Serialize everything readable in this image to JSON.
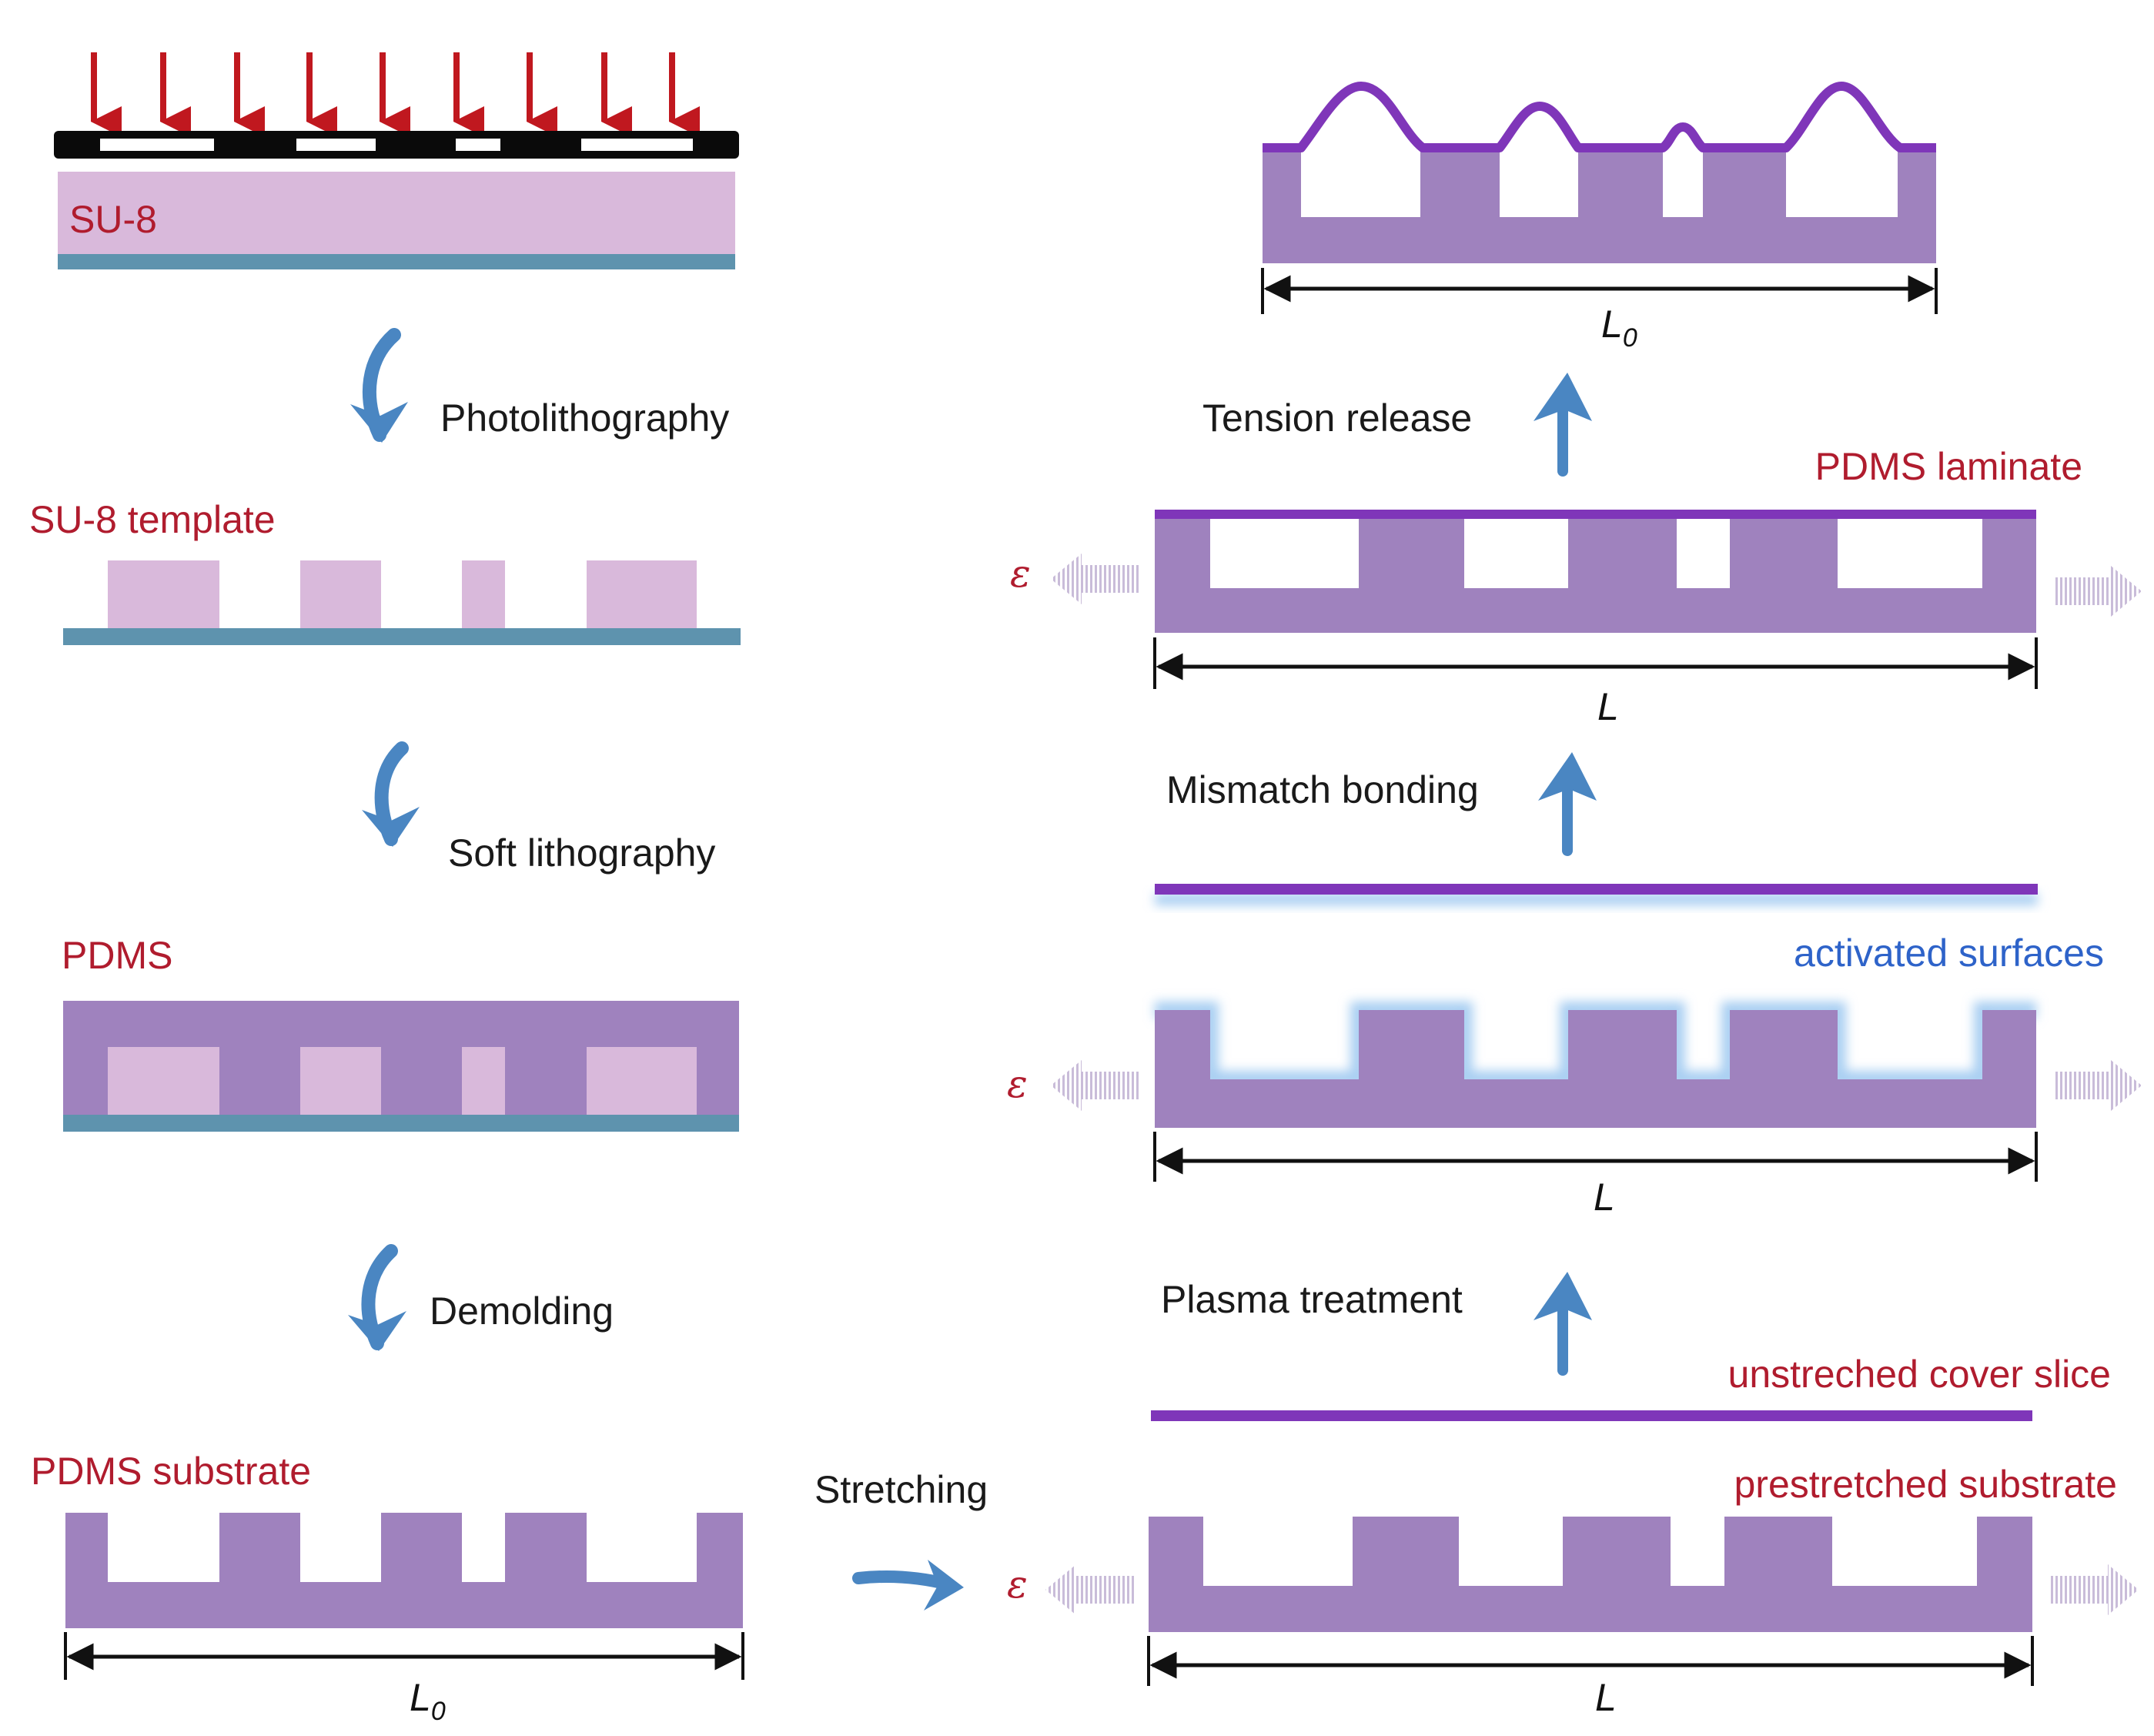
{
  "colors": {
    "su8": "#d9b9db",
    "pdms": "#9f82be",
    "glass": "#5e93ae",
    "cover": "#7f36b9",
    "blue_arrow": "#4a86c2",
    "uv_arrow": "#c0181f",
    "label_red": "#b01c2e",
    "label_blue": "#2e63c9",
    "glow": "#a9cff2",
    "stretch_arrow": "#c9bcd9"
  },
  "left": {
    "su8_label": "SU-8",
    "step1": "Photolithography",
    "template_label": "SU-8  template",
    "step2": "Soft lithography",
    "pdms_label": "PDMS",
    "step3": "Demolding",
    "substrate_label": "PDMS substrate",
    "length": "L",
    "length_sub": "0"
  },
  "middle": {
    "stretch_label": "Stretching"
  },
  "right": {
    "prestretched_label": "prestretched substrate",
    "cover_label": "unstreched cover slice",
    "step_plasma": "Plasma treatment",
    "activated_label": "activated surfaces",
    "step_bonding": "Mismatch bonding",
    "laminate_label": "PDMS laminate",
    "step_release": "Tension release",
    "strain": "ε",
    "length": "L",
    "length_final": "L",
    "length_final_sub": "0"
  }
}
